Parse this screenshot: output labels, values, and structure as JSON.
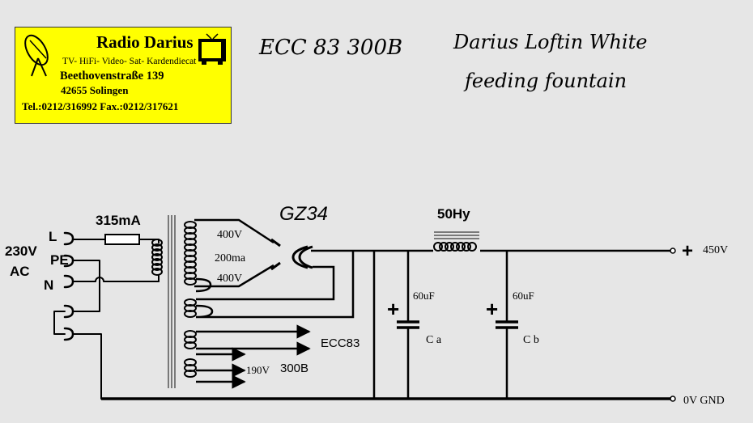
{
  "logo": {
    "company": "Radio Darius",
    "services": "TV- HiFi- Video- Sat- Kardendiecat",
    "street": "Beethovenstraße 139",
    "city": "42655 Solingen",
    "phone_fax": "Tel.:0212/316992  Fax.:0212/317621"
  },
  "heading": {
    "tubes": "ECC 83  300B",
    "title_line1": "Darius Loftin White",
    "title_line2": "feeding fountain"
  },
  "labels": {
    "mains_voltage": "230V",
    "mains_ac": "AC",
    "line": "L",
    "protective_earth": "PE",
    "neutral": "N",
    "fuse": "315mA",
    "rectifier": "GZ34",
    "winding_top": "400V",
    "winding_current": "200ma",
    "winding_bottom": "400V",
    "choke": "50Hy",
    "cap_a_value": "60uF",
    "cap_a_name": "C a",
    "cap_b_value": "60uF",
    "cap_b_name": "C b",
    "out_plus": "+",
    "out_voltage": "450V",
    "ecc83": "ECC83",
    "filament_300b_v": "190V",
    "filament_300b": "300B",
    "ground": "0V GND",
    "cap_plus": "+"
  }
}
